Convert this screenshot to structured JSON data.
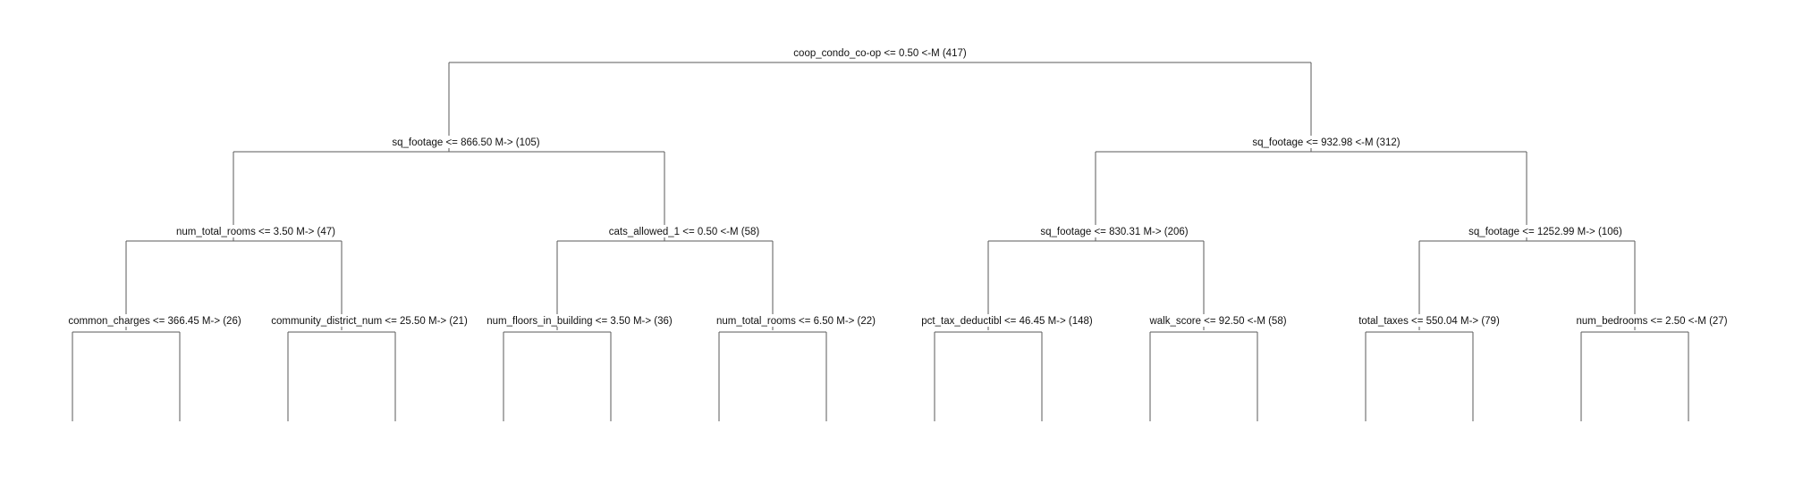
{
  "tree": {
    "root": {
      "label": "coop_condo_co-op <= 0.50 <-M (417)"
    },
    "level1": [
      {
        "label": "sq_footage <= 866.50 M-> (105)"
      },
      {
        "label": "sq_footage <= 932.98 <-M (312)"
      }
    ],
    "level2": [
      {
        "label": "num_total_rooms <= 3.50 M-> (47)"
      },
      {
        "label": "cats_allowed_1 <= 0.50 <-M (58)"
      },
      {
        "label": "sq_footage <= 830.31 M-> (206)"
      },
      {
        "label": "sq_footage <= 1252.99 M-> (106)"
      }
    ],
    "level3": [
      {
        "label": "common_charges <= 366.45 M-> (26)"
      },
      {
        "label": "community_district_num <= 25.50 M-> (21)"
      },
      {
        "label": "num_floors_in_building <= 3.50 M-> (36)"
      },
      {
        "label": "num_total_rooms <= 6.50 M-> (22)"
      },
      {
        "label": "pct_tax_deductibl <= 46.45 M-> (148)"
      },
      {
        "label": "walk_score <= 92.50 <-M (58)"
      },
      {
        "label": "total_taxes <= 550.04 M-> (79)"
      },
      {
        "label": "num_bedrooms <= 2.50 <-M (27)"
      }
    ]
  }
}
